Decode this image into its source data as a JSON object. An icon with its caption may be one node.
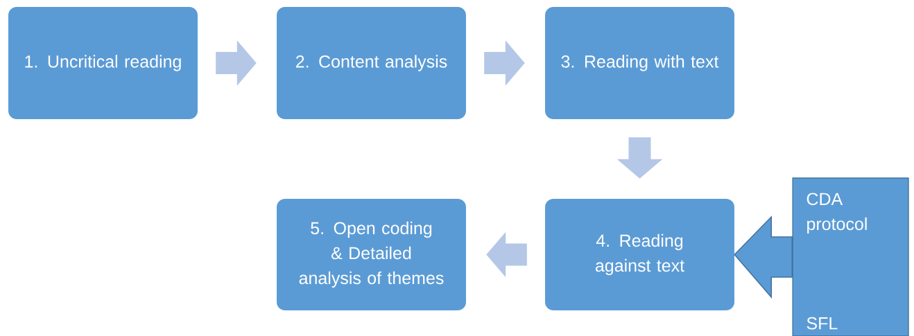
{
  "diagram": {
    "nodes": [
      {
        "text": [
          "1. Uncritical reading"
        ]
      },
      {
        "text": [
          "2. Content analysis"
        ]
      },
      {
        "text": [
          "3. Reading with text"
        ]
      },
      {
        "text": [
          "4. Reading against text"
        ]
      },
      {
        "text": [
          "5. Open coding & Detailed analysis of themes"
        ]
      },
      {
        "text": [
          "CDA protocol",
          "SFL"
        ]
      }
    ],
    "edges": [
      {
        "from": 0,
        "to": 1,
        "arrow": "to"
      },
      {
        "from": 1,
        "to": 2,
        "arrow": "to"
      },
      {
        "from": 2,
        "to": 3,
        "arrow": "to"
      },
      {
        "from": 3,
        "to": 4,
        "arrow": "to"
      },
      {
        "from": 5,
        "to": 3,
        "arrow": "to",
        "color": "#5b9bd5"
      }
    ]
  }
}
